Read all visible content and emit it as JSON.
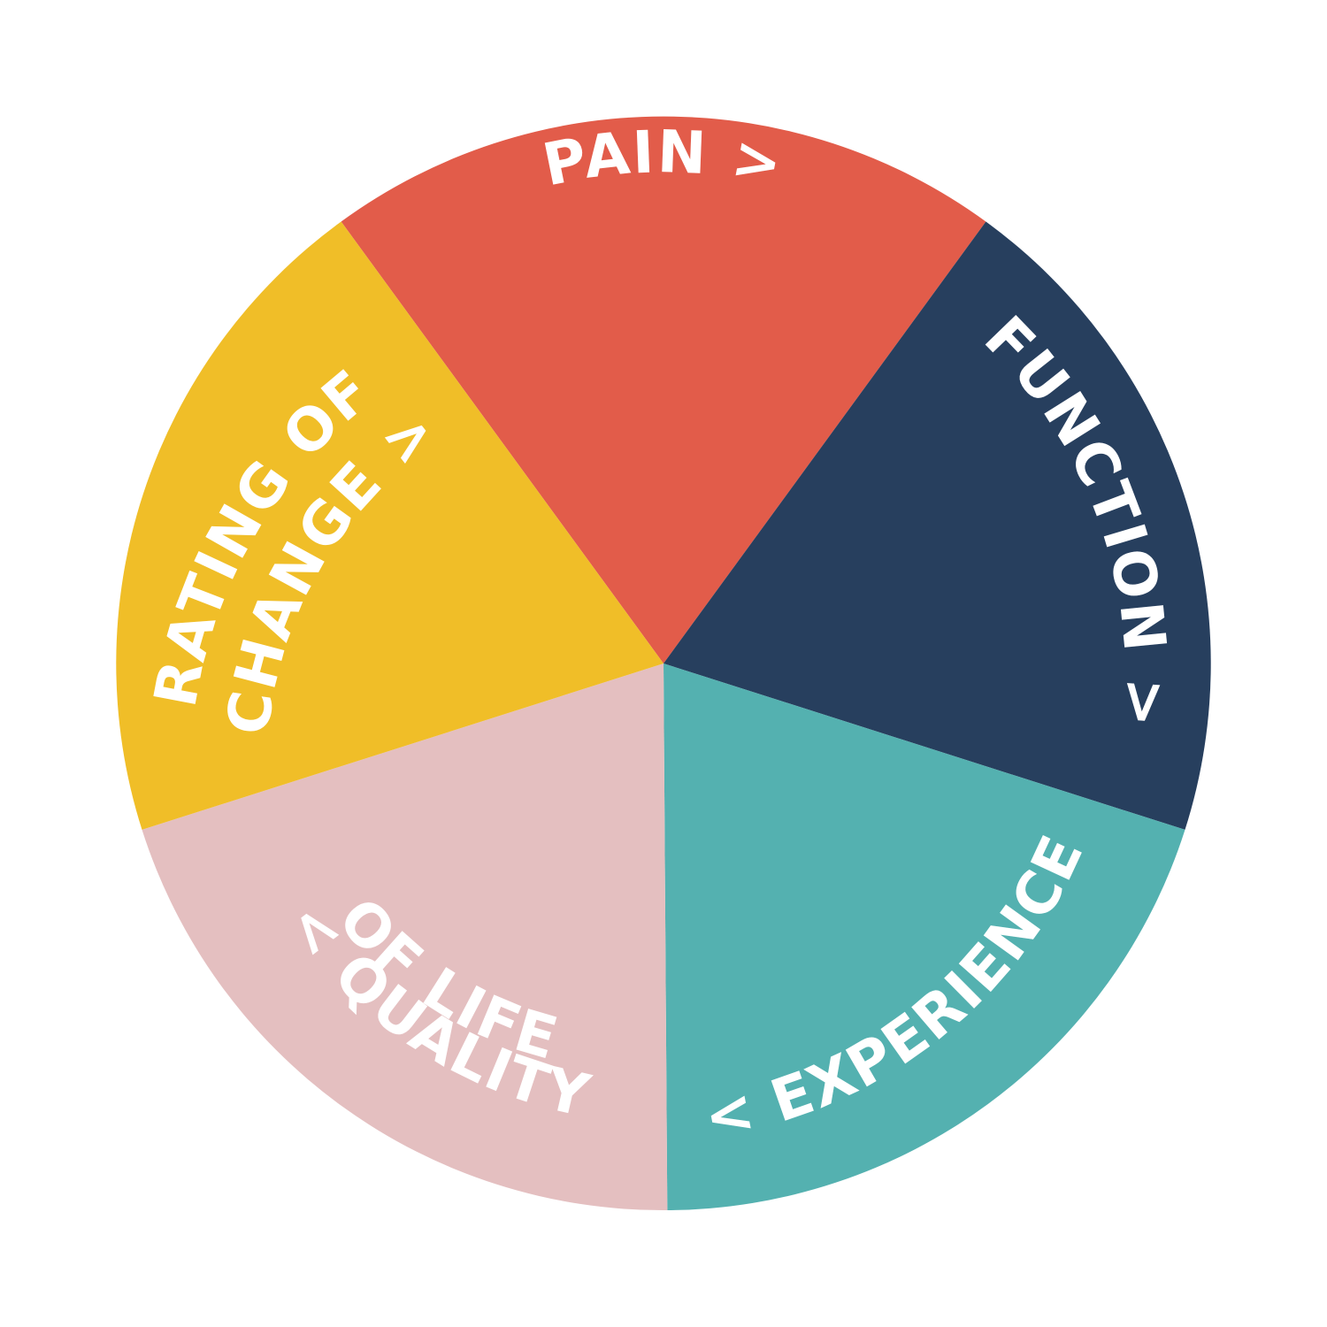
{
  "segments": [
    {
      "id": "pain",
      "color": "#E25C4A",
      "lines": [
        "PAIN >"
      ]
    },
    {
      "id": "function",
      "color": "#273F5E",
      "lines": [
        "FUNCTION >"
      ]
    },
    {
      "id": "experience",
      "color": "#54B1B0",
      "lines": [
        "< EXPERIENCE"
      ]
    },
    {
      "id": "quality-of-life",
      "color": "#E4BFC0",
      "lines": [
        "< QUALITY",
        "OF LIFE"
      ]
    },
    {
      "id": "rating-of-change",
      "color": "#F0BE28",
      "lines": [
        "RATING OF",
        "CHANGE >"
      ]
    }
  ],
  "background": "#FFFFFF",
  "label_color": "#FFFFFF"
}
